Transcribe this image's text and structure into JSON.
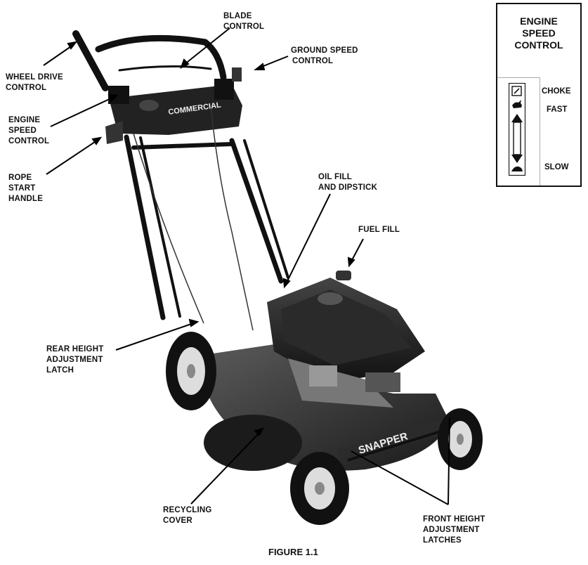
{
  "figure_caption": "FIGURE 1.1",
  "callouts": {
    "blade_control": [
      "BLADE",
      "CONTROL"
    ],
    "ground_speed_control": [
      "GROUND SPEED",
      "CONTROL"
    ],
    "wheel_drive_control": [
      "WHEEL DRIVE",
      "CONTROL"
    ],
    "engine_speed_control": [
      "ENGINE",
      "SPEED",
      "CONTROL"
    ],
    "rope_start_handle": [
      "ROPE",
      "START",
      "HANDLE"
    ],
    "oil_fill": [
      "OIL FILL",
      "AND DIPSTICK"
    ],
    "fuel_fill": [
      "FUEL FILL"
    ],
    "rear_height": [
      "REAR HEIGHT",
      "ADJUSTMENT",
      "LATCH"
    ],
    "recycling_cover": [
      "RECYCLING",
      "COVER"
    ],
    "front_height": [
      "FRONT HEIGHT",
      "ADJUSTMENT",
      "LATCHES"
    ]
  },
  "mower": {
    "handle_brand": "COMMERCIAL",
    "deck_brand": "SNAPPER"
  },
  "inset": {
    "title": [
      "ENGINE",
      "SPEED",
      "CONTROL"
    ],
    "choke": "CHOKE",
    "fast": "FAST",
    "slow": "SLOW",
    "icons": [
      "choke-icon",
      "rabbit-icon",
      "double-arrow-icon",
      "turtle-icon"
    ]
  }
}
